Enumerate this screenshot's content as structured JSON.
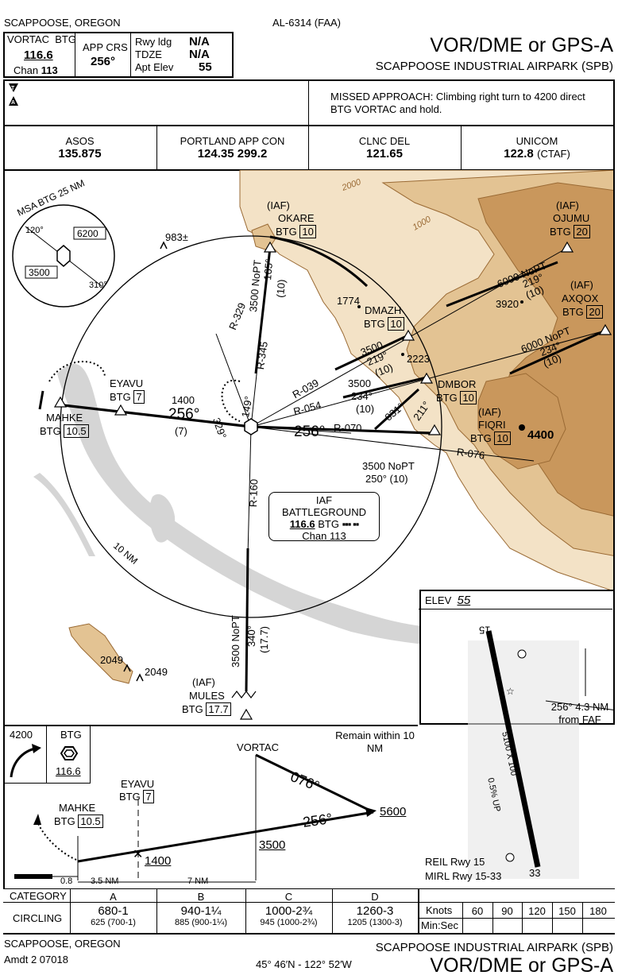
{
  "header": {
    "location": "SCAPPOOSE, OREGON",
    "chart_id": "AL-6314 (FAA)",
    "title": "VOR/DME or GPS-A",
    "airport": "SCAPPOOSE INDUSTRIAL AIRPARK (SPB)"
  },
  "briefing": {
    "nav_type": "VORTAC",
    "nav_ident": "BTG",
    "nav_freq": "116.6",
    "nav_chan_label": "Chan",
    "nav_chan": "113",
    "app_crs_label": "APP CRS",
    "app_crs": "256°",
    "rwy_ldg_label": "Rwy ldg",
    "rwy_ldg": "N/A",
    "tdze_label": "TDZE",
    "tdze": "N/A",
    "apt_elev_label": "Apt Elev",
    "apt_elev": "55",
    "missed_approach": "MISSED APPROACH: Climbing right turn to 4200 direct BTG VORTAC and hold."
  },
  "comms": [
    {
      "label": "ASOS",
      "freq": "135.875",
      "extra": ""
    },
    {
      "label": "PORTLAND APP CON",
      "freq": "124.35  299.2",
      "extra": ""
    },
    {
      "label": "CLNC DEL",
      "freq": "121.65",
      "extra": ""
    },
    {
      "label": "UNICOM",
      "freq": "122.8",
      "extra": "(CTAF)"
    }
  ],
  "msa": {
    "title": "MSA BTG 25 NM",
    "bearing1": "120°",
    "bearing2": "310°",
    "alt1": "6200",
    "alt2": "3500"
  },
  "plan": {
    "okare_iaf": "(IAF)",
    "okare": "OKARE",
    "okare_btg": "BTG",
    "okare_dme": "10",
    "ojumu_iaf": "(IAF)",
    "ojumu": "OJUMU",
    "ojumu_btg": "BTG",
    "ojumu_dme": "20",
    "axqox_iaf": "(IAF)",
    "axqox": "AXQOX",
    "axqox_btg": "BTG",
    "axqox_dme": "20",
    "dmazh": "DMAZH",
    "dmazh_btg": "BTG",
    "dmazh_dme": "10",
    "dmbor": "DMBOR",
    "dmbor_btg": "BTG",
    "dmbor_dme": "10",
    "fiqri_iaf": "(IAF)",
    "fiqri": "FIQRI",
    "fiqri_btg": "BTG",
    "fiqri_dme": "10",
    "eyavu": "EYAVU",
    "eyavu_btg": "BTG",
    "eyavu_dme": "7",
    "mahke": "MAHKE",
    "mahke_btg": "BTG",
    "mahke_dme": "10.5",
    "mules_iaf": "(IAF)",
    "mules": "MULES",
    "mules_btg": "BTG",
    "mules_dme": "17.7",
    "battleground_iaf": "IAF",
    "battleground": "BATTLEGROUND",
    "battleground_freq": "116.6",
    "battleground_ident": "BTG",
    "battleground_chan": "Chan 113",
    "elev_983": "983±",
    "elev_1774": "1774",
    "elev_2223": "2223",
    "elev_3920": "3920",
    "elev_4400": "4400",
    "elev_2049a": "2049",
    "elev_2049b": "2049",
    "contour_1000": "1000",
    "contour_2000": "2000",
    "final_alt": "1400",
    "final_crs": "256°",
    "final_dist": "(7)",
    "inbound_crs": "256°",
    "arc_label": "10 NM",
    "r329": "R-329",
    "r345": "R-345",
    "r039": "R-039",
    "r054": "R-054",
    "r070": "R-070",
    "r076": "R-076",
    "r160": "R-160",
    "hold_149": "149°",
    "hold_329": "329°",
    "okare_leg_alt": "3500 NoPT",
    "okare_leg_crs": "165°",
    "okare_leg_dist": "(10)",
    "ojumu_leg_alt": "6000 NoPT",
    "ojumu_leg_crs": "219°",
    "ojumu_leg_dist": "(10)",
    "axqox_leg_alt": "6000 NoPT",
    "axqox_leg_crs": "234°",
    "axqox_leg_dist": "(10)",
    "dmazh_leg_alt": "3500",
    "dmazh_leg_crs": "219°",
    "dmazh_leg_dist": "(10)",
    "dmbor_leg_alt": "3500",
    "dmbor_leg_crs": "234°",
    "dmbor_leg_dist": "(10)",
    "fiqri_leg_alt": "3500 NoPT",
    "fiqri_leg_crs": "250°",
    "fiqri_leg_dist": "(10)",
    "mules_leg_alt": "3500 NoPT",
    "mules_leg_crs": "340°",
    "mules_leg_dist": "(17.7)",
    "arc_031": "031°",
    "arc_211": "211°"
  },
  "airport_sketch": {
    "elev_label": "ELEV",
    "elev": "55",
    "rwy_top": "15",
    "rwy_bottom": "33",
    "rwy_dims": "5100 X 100",
    "gradient": "0.5% UP",
    "faf_note": "256° 4.3 NM from FAF",
    "reil": "REIL Rwy 15",
    "mirl": "MIRL Rwy 15-33"
  },
  "profile": {
    "hold_alt": "4200",
    "hold_ident": "BTG",
    "hold_freq": "116.6",
    "remain": "Remain within 10 NM",
    "vortac": "VORTAC",
    "eyavu": "EYAVU",
    "eyavu_btg": "BTG",
    "eyavu_dme": "7",
    "mahke": "MAHKE",
    "mahke_btg": "BTG",
    "mahke_dme": "10.5",
    "alt_1400": "1400",
    "alt_3500": "3500",
    "alt_5600": "5600",
    "crs_076": "076°",
    "crs_256": "256°",
    "dist_08": "0.8",
    "dist_35": "3.5 NM",
    "dist_7": "7 NM"
  },
  "minimums": {
    "category_label": "CATEGORY",
    "categories": [
      "A",
      "B",
      "C",
      "D"
    ],
    "circling_label": "CIRCLING",
    "mda": [
      "680-1",
      "940-1¼",
      "1000-2¾",
      "1260-3"
    ],
    "hat": [
      "625 (700-1)",
      "885 (900-1¼)",
      "945 (1000-2¾)",
      "1205 (1300-3)"
    ]
  },
  "timing": {
    "knots_label": "Knots",
    "knots": [
      "60",
      "90",
      "120",
      "150",
      "180"
    ],
    "minsec_label": "Min:Sec"
  },
  "footer": {
    "location": "SCAPPOOSE, OREGON",
    "amdt": "Amdt 2  07018",
    "coords": "45° 46′N - 122° 52′W",
    "airport": "SCAPPOOSE INDUSTRIAL AIRPARK (SPB)",
    "title": "VOR/DME or GPS-A"
  },
  "colors": {
    "terrain_low": "#f3e2c6",
    "terrain_mid": "#e3c393",
    "terrain_high": "#c9975c",
    "contour": "#9a6a34",
    "water": "#d5d5d5"
  }
}
